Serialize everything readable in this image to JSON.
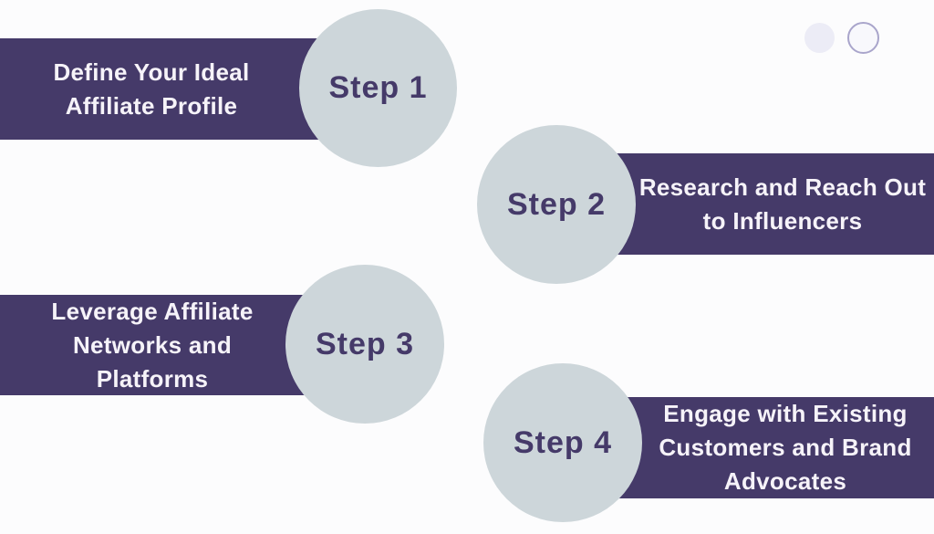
{
  "colors": {
    "page_bg": "#fcfcfd",
    "banner_bg": "#453a69",
    "banner_text": "#f6f3f9",
    "circle_bg": "#cdd6da",
    "step_text": "#453a69",
    "dot_filled": "#ececf6",
    "dot_outline_border": "#a9a5cb",
    "dot_outline_fill": "#f8f8fc"
  },
  "steps": [
    {
      "label": "Step 1",
      "title": "Define Your Ideal Affiliate Profile",
      "title_lines": [
        "Define Your Ideal",
        "Affiliate Profile"
      ]
    },
    {
      "label": "Step 2",
      "title": "Research and Reach Out to Influencers",
      "title_lines": [
        "Research and Reach Out",
        "to Influencers"
      ]
    },
    {
      "label": "Step 3",
      "title": "Leverage Affiliate Networks and Platforms",
      "title_lines": [
        "Leverage Affiliate",
        "Networks and",
        "Platforms"
      ]
    },
    {
      "label": "Step 4",
      "title": "Engage with Existing Customers and Brand Advocates",
      "title_lines": [
        "Engage with Existing",
        "Customers and Brand",
        "Advocates"
      ]
    }
  ],
  "decor": {
    "dots": [
      "filled-dot",
      "outlined-dot"
    ]
  }
}
